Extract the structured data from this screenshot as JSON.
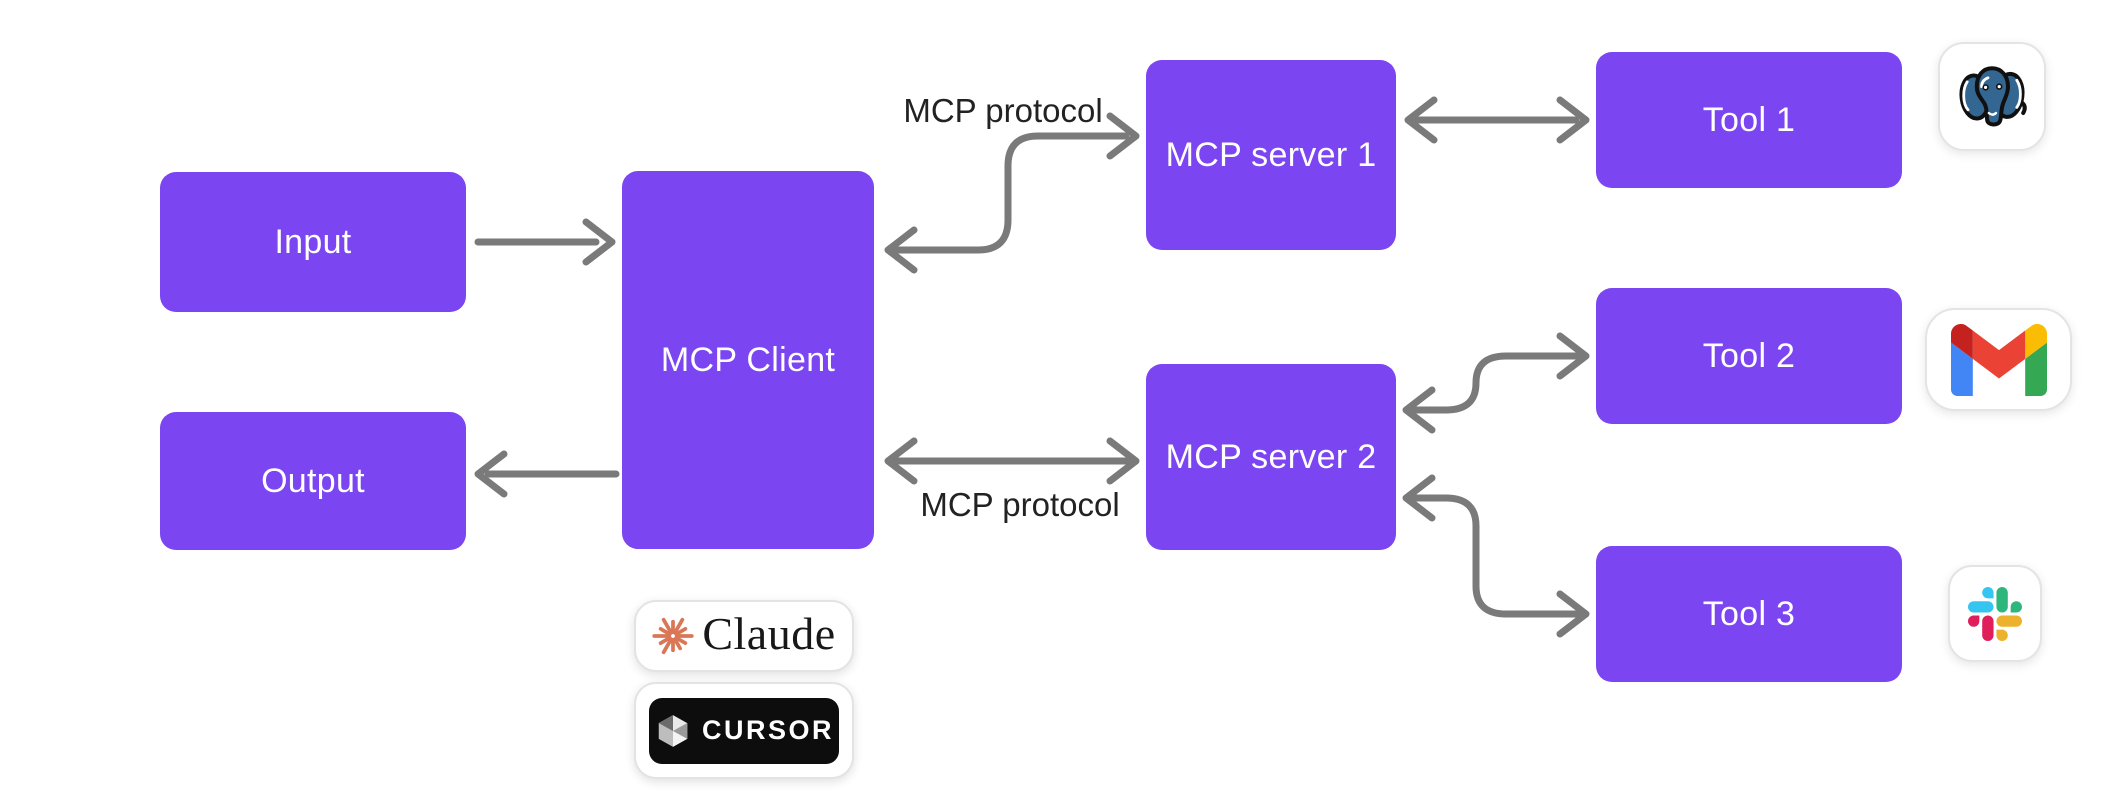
{
  "diagram": {
    "nodes": {
      "input": {
        "label": "Input"
      },
      "output": {
        "label": "Output"
      },
      "mcp_client": {
        "label": "MCP Client"
      },
      "mcp_server_1": {
        "label": "MCP server 1"
      },
      "mcp_server_2": {
        "label": "MCP server 2"
      },
      "tool_1": {
        "label": "Tool 1",
        "icon": "postgresql-icon"
      },
      "tool_2": {
        "label": "Tool 2",
        "icon": "gmail-icon"
      },
      "tool_3": {
        "label": "Tool 3",
        "icon": "slack-icon"
      }
    },
    "edges": [
      {
        "from": "input",
        "to": "mcp_client",
        "style": "straight",
        "direction": "one-way"
      },
      {
        "from": "mcp_client",
        "to": "output",
        "style": "straight",
        "direction": "one-way"
      },
      {
        "from": "mcp_client",
        "to": "mcp_server_1",
        "style": "s-curve",
        "direction": "two-way",
        "label": "MCP protocol"
      },
      {
        "from": "mcp_client",
        "to": "mcp_server_2",
        "style": "straight",
        "direction": "two-way",
        "label": "MCP protocol"
      },
      {
        "from": "mcp_server_1",
        "to": "tool_1",
        "style": "straight",
        "direction": "two-way"
      },
      {
        "from": "mcp_server_2",
        "to": "tool_2",
        "style": "s-curve",
        "direction": "two-way"
      },
      {
        "from": "mcp_server_2",
        "to": "tool_3",
        "style": "s-curve",
        "direction": "two-way"
      }
    ],
    "edge_labels": {
      "client_server1": "MCP protocol",
      "client_server2": "MCP protocol"
    },
    "badges": {
      "claude": {
        "label": "Claude",
        "icon": "claude-starburst-icon"
      },
      "cursor": {
        "label": "CURSOR",
        "icon": "cursor-cube-icon"
      }
    },
    "colors": {
      "node_fill": "#7C45F2",
      "node_text": "#FFFFFF",
      "arrow": "#7A7A7A",
      "edge_label_text": "#222222",
      "claude_coral": "#D97757",
      "cursor_badge_bg": "#0D0D0D",
      "postgresql_blue": "#336791",
      "gmail": {
        "blue": "#4285F4",
        "green": "#34A853",
        "yellow": "#FBBC04",
        "red": "#EA4335",
        "dark_red": "#C5221F"
      },
      "slack": {
        "blue": "#36C5F0",
        "green": "#2EB67D",
        "red": "#E01E5A",
        "yellow": "#ECB22E"
      }
    }
  }
}
